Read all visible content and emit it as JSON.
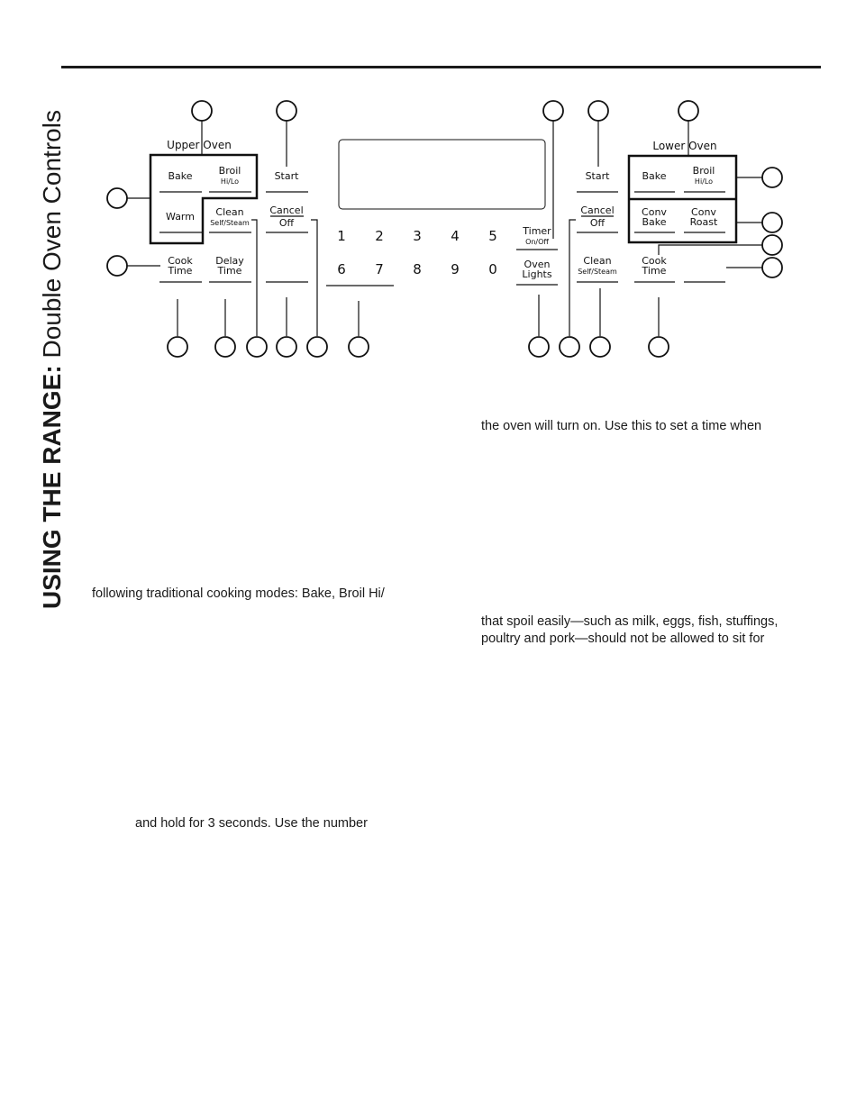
{
  "header": {
    "section": "USING THE RANGE:",
    "subtitle": "Double Oven Controls"
  },
  "control_panel": {
    "upper_oven_heading": "Upper Oven",
    "lower_oven_heading": "Lower Oven",
    "upper": {
      "bake": "Bake",
      "broil": "Broil",
      "broil_sub": "Hi/Lo",
      "warm": "Warm",
      "clean": "Clean",
      "clean_sub": "Self/Steam",
      "cook_time_1": "Cook",
      "cook_time_2": "Time",
      "delay_time_1": "Delay",
      "delay_time_2": "Time",
      "start": "Start",
      "cancel": "Cancel",
      "off": "Off"
    },
    "keypad": [
      "1",
      "2",
      "3",
      "4",
      "5",
      "6",
      "7",
      "8",
      "9",
      "0"
    ],
    "center": {
      "timer": "Timer",
      "timer_sub": "On/Off",
      "oven_lights_1": "Oven",
      "oven_lights_2": "Lights"
    },
    "lower": {
      "start": "Start",
      "cancel": "Cancel",
      "off": "Off",
      "clean": "Clean",
      "clean_sub": "Self/Steam",
      "bake": "Bake",
      "broil": "Broil",
      "broil_sub": "Hi/Lo",
      "conv_bake_1": "Conv",
      "conv_bake_2": "Bake",
      "conv_roast_1": "Conv",
      "conv_roast_2": "Roast",
      "cook_time_1": "Cook",
      "cook_time_2": "Time"
    }
  },
  "body_text": {
    "right_1": "the oven will turn on. Use this to set a time when",
    "left_1": "following traditional cooking modes: Bake, Broil Hi/",
    "right_2_line1": "that spoil easily—such as milk, eggs, fish, stuffings,",
    "right_2_line2": "poultry and pork—should not be allowed to sit for",
    "left_2": "and hold for 3 seconds. Use the number"
  }
}
